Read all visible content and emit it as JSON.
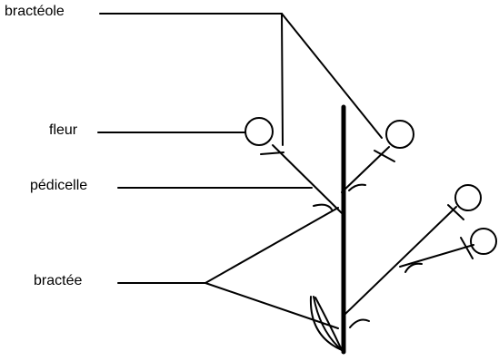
{
  "labels": {
    "bracteole": "bractéole",
    "flower": "fleur",
    "pedicel": "pédicelle",
    "bract": "bractée"
  }
}
